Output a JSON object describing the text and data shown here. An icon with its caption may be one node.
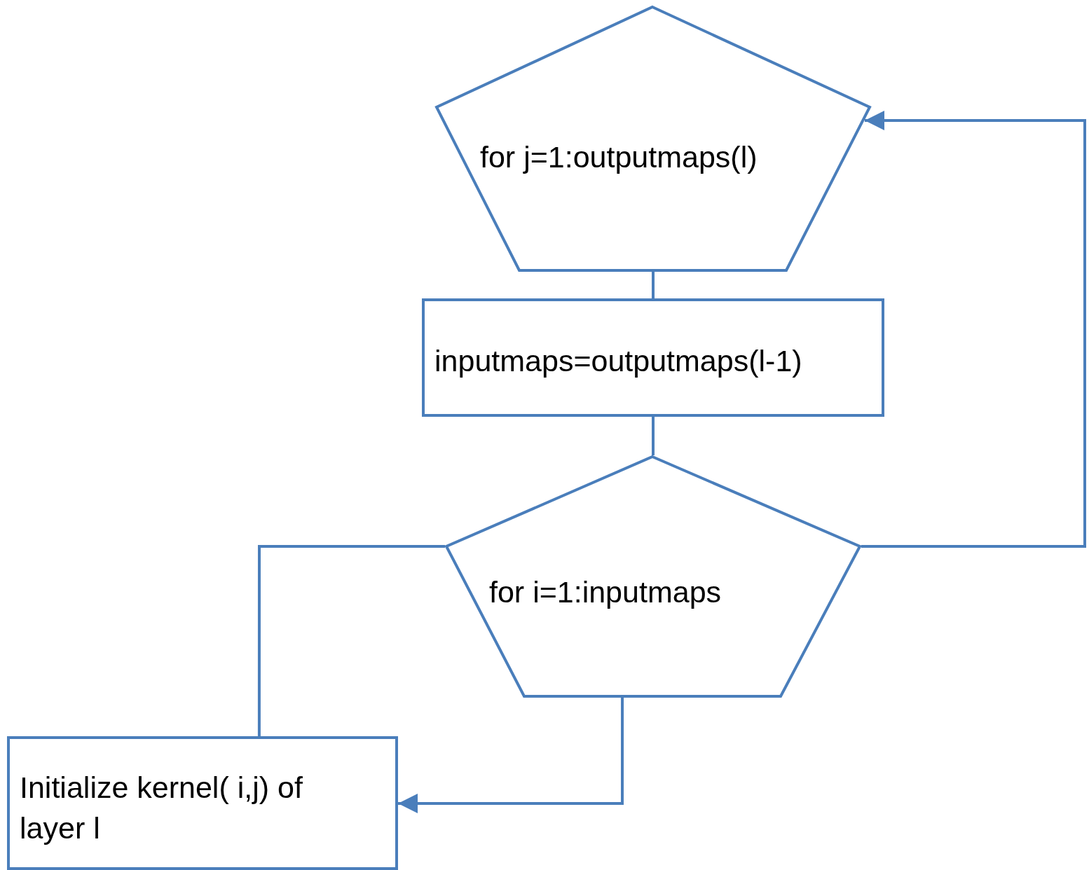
{
  "diagram": {
    "nodes": [
      {
        "text": [
          "for j=1:outputmaps(l)"
        ]
      },
      {
        "text": [
          "inputmaps=outputmaps(l-1)"
        ]
      },
      {
        "text": [
          "for i=1:inputmaps"
        ]
      },
      {
        "text": [
          "Initialize kernel( i,j) of layer l"
        ]
      }
    ],
    "edges": [
      {
        "from": 0,
        "to": 1,
        "arrow": "none"
      },
      {
        "from": 1,
        "to": 2,
        "arrow": "none"
      },
      {
        "from": 2,
        "to": 0,
        "arrow": "to"
      },
      {
        "from": 2,
        "to": 3,
        "arrow": "to"
      },
      {
        "from": 2,
        "to": 3,
        "arrow": "none"
      }
    ]
  }
}
